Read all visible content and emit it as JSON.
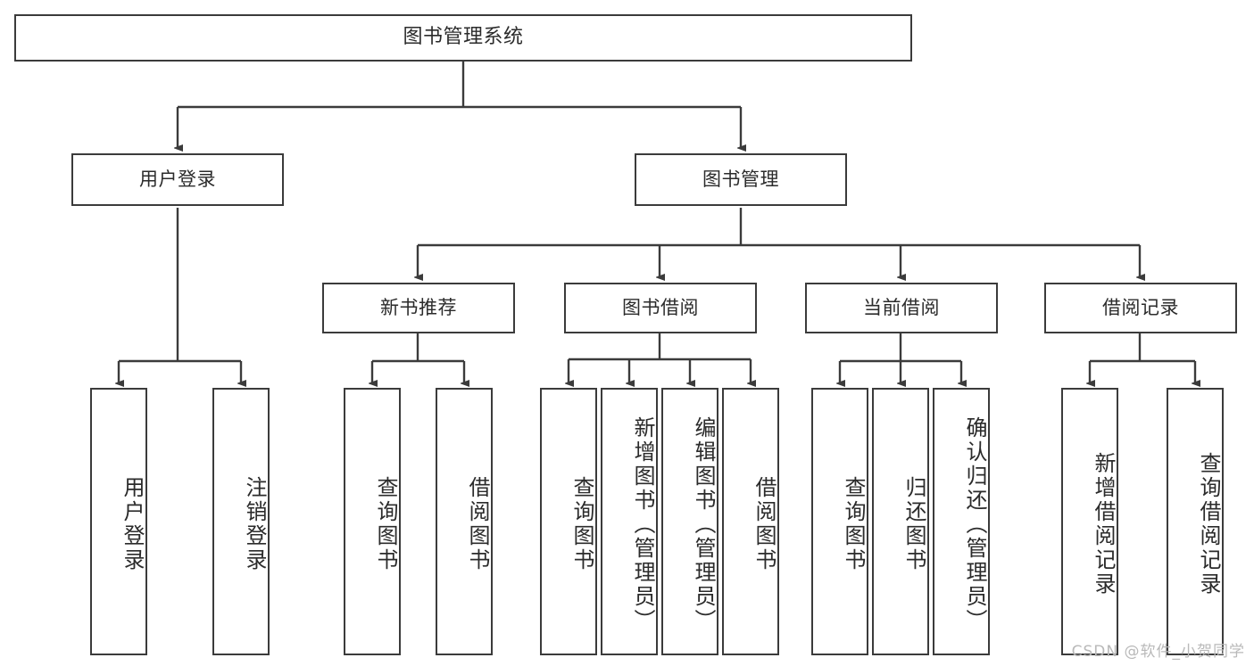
{
  "diagram": {
    "title": "图书管理系统",
    "type": "tree",
    "orientation": "top-down",
    "colors": {
      "box_border": "#3b3b3b",
      "box_fill": "#ffffff",
      "edge": "#3b3b3b",
      "text": "#2b2b2b",
      "background": "#ffffff",
      "watermark": "#b9b9b9"
    },
    "watermark": "CSDN @软件_小贺同学",
    "nodes": {
      "root": {
        "label": "图书管理系统",
        "level": 1
      },
      "level2": [
        {
          "id": "user-login",
          "label": "用户登录"
        },
        {
          "id": "book-manage",
          "label": "图书管理"
        }
      ],
      "level3": [
        {
          "id": "new-book-recommend",
          "label": "新书推荐",
          "parent": "book-manage"
        },
        {
          "id": "book-borrow",
          "label": "图书借阅",
          "parent": "book-manage"
        },
        {
          "id": "current-borrow",
          "label": "当前借阅",
          "parent": "book-manage"
        },
        {
          "id": "borrow-record",
          "label": "借阅记录",
          "parent": "book-manage"
        }
      ],
      "leaves": {
        "user_login": [
          {
            "id": "leaf-user-login",
            "label": "用户登录"
          },
          {
            "id": "leaf-logout",
            "label": "注销登录"
          }
        ],
        "new_book_recommend": [
          {
            "id": "leaf-query-book-1",
            "label": "查询图书"
          },
          {
            "id": "leaf-borrow-book-1",
            "label": "借阅图书"
          }
        ],
        "book_borrow": [
          {
            "id": "leaf-query-book-2",
            "label": "查询图书"
          },
          {
            "id": "leaf-add-book",
            "label": "新增图书（管理员）"
          },
          {
            "id": "leaf-edit-book",
            "label": "编辑图书（管理员）"
          },
          {
            "id": "leaf-borrow-book-2",
            "label": "借阅图书"
          }
        ],
        "current_borrow": [
          {
            "id": "leaf-query-book-3",
            "label": "查询图书"
          },
          {
            "id": "leaf-return-book",
            "label": "归还图书"
          },
          {
            "id": "leaf-confirm-return",
            "label": "确认归还（管理员）"
          }
        ],
        "borrow_record": [
          {
            "id": "leaf-add-record",
            "label": "新增借阅记录"
          },
          {
            "id": "leaf-query-record",
            "label": "查询借阅记录"
          }
        ]
      }
    }
  }
}
